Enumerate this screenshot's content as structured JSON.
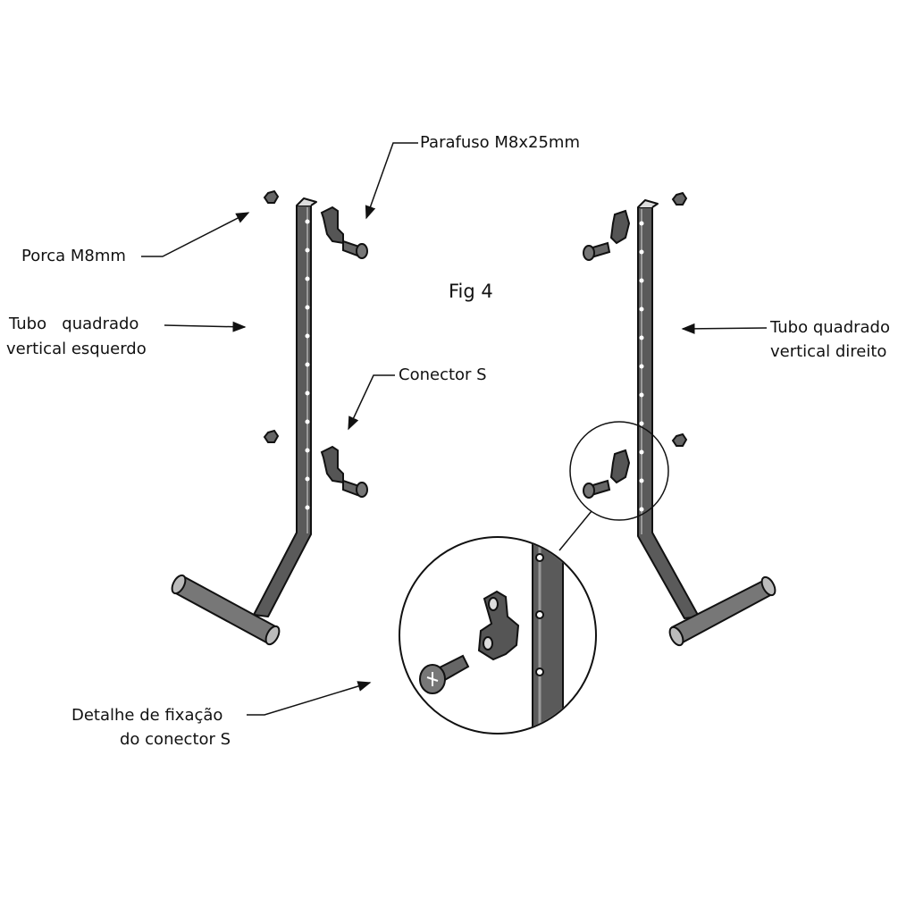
{
  "figure": {
    "title": "Fig 4",
    "labels": {
      "bolt": "Parafuso M8x25mm",
      "nut": "Porca M8mm",
      "left_tube_line1": "Tubo   quadrado",
      "left_tube_line2": "vertical esquerdo",
      "connector": "Conector S",
      "right_tube_line1": "Tubo quadrado",
      "right_tube_line2": "vertical direito",
      "detail_line1": "Detalhe de fixação",
      "detail_line2": "do conector S"
    },
    "colors": {
      "tube_fill": "#5a5a5a",
      "line": "#111111",
      "hole": "#ffffff"
    }
  }
}
